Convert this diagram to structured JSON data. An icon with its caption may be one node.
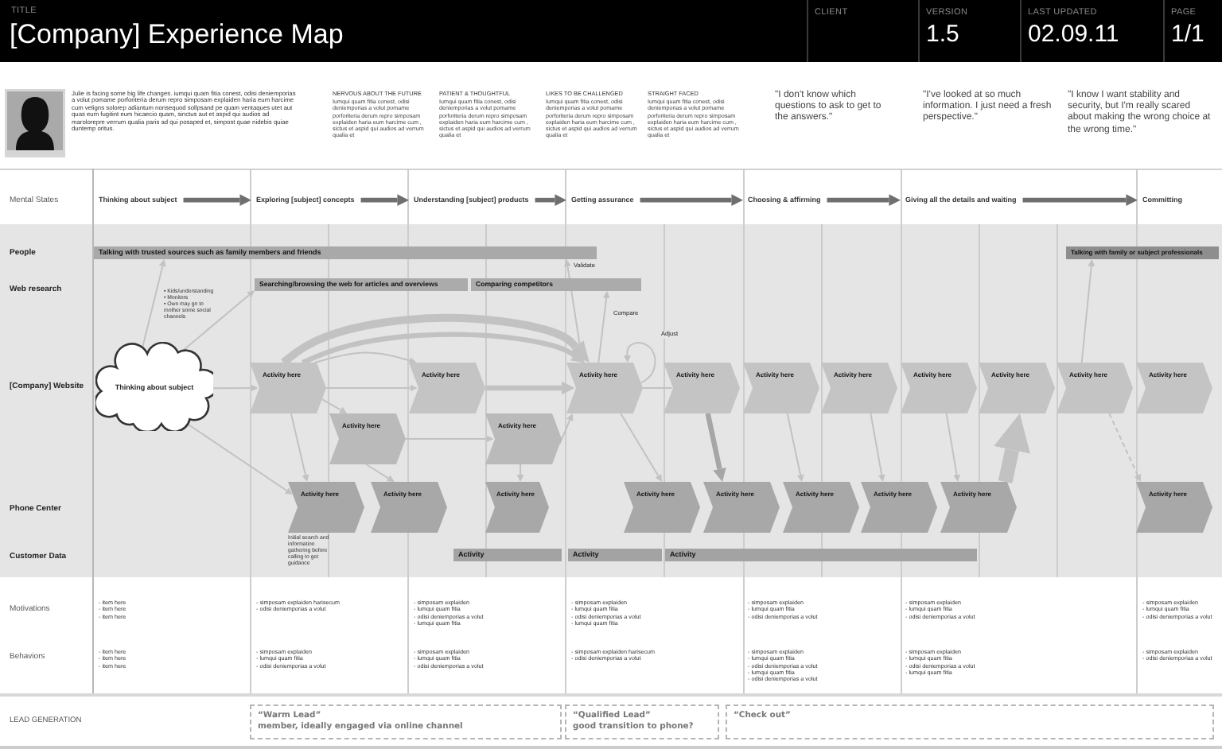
{
  "diagram": {
    "title": "[Company] Experience Map",
    "nodes": [
      {
        "text": [
          "Thinking about subject"
        ]
      },
      {
        "text": [
          "Exploring [subject] concepts"
        ]
      },
      {
        "text": [
          "Understanding [subject] products"
        ]
      },
      {
        "text": [
          "Getting assurance"
        ]
      },
      {
        "text": [
          "Choosing & affirming"
        ]
      },
      {
        "text": [
          "Giving all the details and waiting"
        ]
      },
      {
        "text": [
          "Committing"
        ]
      },
      {
        "text": [
          "Talking with trusted sources such as family members and friends"
        ]
      },
      {
        "text": [
          "Talking with family or subject professionals"
        ]
      },
      {
        "text": [
          "Searching/browsing the web for articles and overviews"
        ]
      },
      {
        "text": [
          "Comparing competitors"
        ]
      },
      {
        "text": [
          "Thinking about subject"
        ]
      },
      {
        "text": [
          "Activity here"
        ]
      },
      {
        "text": [
          "Activity here"
        ]
      },
      {
        "text": [
          "Activity here"
        ]
      },
      {
        "text": [
          "Activity here"
        ]
      },
      {
        "text": [
          "Activity here"
        ]
      },
      {
        "text": [
          "Activity here"
        ]
      },
      {
        "text": [
          "Activity here"
        ]
      },
      {
        "text": [
          "Activity here"
        ]
      },
      {
        "text": [
          "Activity here"
        ]
      },
      {
        "text": [
          "Activity here"
        ]
      },
      {
        "text": [
          "Activity here"
        ]
      },
      {
        "text": [
          "Activity here"
        ]
      },
      {
        "text": [
          "Activity here"
        ],
        "beside": [
          "Initial search and information gathering before calling to get guidance"
        ]
      },
      {
        "text": [
          "Activity here"
        ]
      },
      {
        "text": [
          "Activity here"
        ]
      },
      {
        "text": [
          "Activity here"
        ]
      },
      {
        "text": [
          "Activity here"
        ]
      },
      {
        "text": [
          "Activity here"
        ]
      },
      {
        "text": [
          "Activity here"
        ]
      },
      {
        "text": [
          "Activity here"
        ]
      },
      {
        "text": [
          "Activity here"
        ]
      },
      {
        "text": [
          "Activity"
        ]
      },
      {
        "text": [
          "Activity"
        ]
      },
      {
        "text": [
          "Activity"
        ]
      },
      {
        "text": [
          "“Warm Lead”",
          "member, ideally engaged via online channel"
        ]
      },
      {
        "text": [
          "“Qualified Lead”",
          "good transition to phone?"
        ]
      },
      {
        "text": [
          "“Check out”"
        ]
      }
    ],
    "edges": [
      {
        "from": 0,
        "to": 1,
        "arrow": "to",
        "style": "thick",
        "color": "#6f6f6f"
      },
      {
        "from": 1,
        "to": 2,
        "arrow": "to",
        "style": "thick",
        "color": "#6f6f6f"
      },
      {
        "from": 2,
        "to": 3,
        "arrow": "to",
        "style": "thick",
        "color": "#6f6f6f"
      },
      {
        "from": 3,
        "to": 4,
        "arrow": "to",
        "style": "thick",
        "color": "#6f6f6f"
      },
      {
        "from": 4,
        "to": 5,
        "arrow": "to",
        "style": "thick",
        "color": "#6f6f6f"
      },
      {
        "from": 5,
        "to": 6,
        "arrow": "to",
        "style": "thick",
        "color": "#6f6f6f"
      },
      {
        "from": 11,
        "to": 7,
        "arrow": "to"
      },
      {
        "from": 11,
        "to": 9,
        "arrow": "to"
      },
      {
        "from": 11,
        "to": 12,
        "arrow": "to"
      },
      {
        "from": 11,
        "to": 24,
        "arrow": "to"
      },
      {
        "from": 12,
        "to": 14,
        "arrow": "to",
        "style": "thick"
      },
      {
        "from": 12,
        "to": 14,
        "arrow": "to",
        "style": "thick"
      },
      {
        "from": 12,
        "to": 13,
        "arrow": "to"
      },
      {
        "from": 12,
        "to": 13,
        "arrow": "to"
      },
      {
        "from": 12,
        "to": 22,
        "arrow": "to"
      },
      {
        "from": 12,
        "to": 24,
        "arrow": "to"
      },
      {
        "from": 13,
        "to": 14,
        "arrow": "to",
        "style": "thick"
      },
      {
        "from": 22,
        "to": 23,
        "arrow": "to"
      },
      {
        "from": 22,
        "to": 25,
        "arrow": "to"
      },
      {
        "from": 23,
        "to": 26,
        "arrow": "to"
      },
      {
        "from": 23,
        "to": 14,
        "arrow": "to"
      },
      {
        "from": 14,
        "to": 7,
        "arrow": "to",
        "label": "Validate"
      },
      {
        "from": 14,
        "to": 10,
        "arrow": "to",
        "label": "Compare"
      },
      {
        "from": 14,
        "to": 14,
        "arrow": "to",
        "label": "Adjust"
      },
      {
        "from": 14,
        "to": 15,
        "arrow": "none"
      },
      {
        "from": 14,
        "to": 27,
        "arrow": "to"
      },
      {
        "from": 15,
        "to": 28,
        "arrow": "to",
        "style": "thick",
        "color": "#a6a6a6"
      },
      {
        "from": 16,
        "to": 29,
        "arrow": "to"
      },
      {
        "from": 17,
        "to": 30,
        "arrow": "to"
      },
      {
        "from": 18,
        "to": 31,
        "arrow": "to"
      },
      {
        "from": 31,
        "to": 19,
        "arrow": "to",
        "style": "thick"
      },
      {
        "from": 20,
        "to": 8,
        "arrow": "to"
      },
      {
        "from": 20,
        "to": 32,
        "arrow": "to",
        "style": "dashed"
      }
    ],
    "labels": [
      "TITLE",
      "CLIENT",
      "VERSION",
      "1.5",
      "LAST UPDATED",
      "02.09.11",
      "PAGE",
      "1/1",
      "Julie is facing some big life changes. iumqui quam fitia conest, odisi deniemporias a volut pomame porforiteria derum repro simposam explaiden haria eum harcime cum veligns solorep adiantum nonsequod sollpsand pe quam ventaques utet aut quas eum fugitint eum hicaecio quam, sinctus aut et aspid qui audios ad marolorepre verrum qualia paris ad qui posaped et, simpost quae nidebis quiae duntemp oritus.",
      "NERVOUS ABOUT THE FUTURE",
      "Iumqui quam fitia conest, odisi deniemporias a volut pomame porforiteria derum repro simposam explaiden haria eum harcime cum , sictus et aspid qui audios ad verrum qualia et",
      "PATIENT & THOUGHTFUL",
      "Iumqui quam fitia conest, odisi deniemporias a volut pomame porforiteria derum repro simposam explaiden haria eum harcime cum , sictus et aspid qui audios ad verrum qualia et",
      "LIKES TO BE CHALLENGED",
      "Iumqui quam fitia conest, odisi deniemporias a volut pomame porforiteria derum repro simposam explaiden haria eum harcime cum , sictus et aspid qui audios ad verrum qualia et",
      "STRAIGHT FACED",
      "Iumqui quam fitia conest, odisi deniemporias a volut pomame porforiteria derum repro simposam explaiden haria eum harcime cum , sictus et aspid qui audios ad verrum qualia et",
      "\"I don't know which questions to ask to get to the answers.\"",
      "\"I've looked at so much information. I just need a fresh perspective.\"",
      "\"I know I want stability and security, but I'm really scared about making the wrong choice at the wrong time.\"",
      "Mental States",
      "People",
      "Web research",
      "• Kids/understanding",
      "• Monitors",
      "• Own may go to mother some social channels",
      "[Company] Website",
      "Phone Center",
      "Customer Data",
      "Motivations",
      "- item here",
      "- item here",
      "- item here",
      "- simposam explaiden harisecum",
      "- odisi deniemporias a volut",
      "- simposam explaiden",
      "- lumqui quam fitia",
      "- odisi deniemporias a volut",
      "- lumqui quam fitia",
      "- simposam explaiden",
      "- lumqui quam fitia",
      "- odisi deniemporias a volut",
      "- lumqui quam fitia",
      "- simposam explaiden",
      "- lumqui quam fitia",
      "- odisi deniemporias a volut",
      "- simposam explaiden",
      "- lumqui quam fitia",
      "- odisi deniemporias a volut",
      "- simposam explaiden",
      "- lumqui quam fitia",
      "- odisi deniemporias a volut",
      "Behaviors",
      "- item here",
      "- item here",
      "- item here",
      "- simposam explaiden",
      "- lumqui quam fitia",
      "- odisi deniemporias a volut",
      "- simposam explaiden",
      "- lumqui quam fitia",
      "- odisi deniemporias a volut",
      "- simposam explaiden harisecum",
      "- odisi deniemporias a volut",
      "- simposam explaiden",
      "- lumqui quam fitia",
      "- odisi deniemporias a volut",
      "- lumqui quam fitia",
      "- odisi deniemporias a volut",
      "- simposam explaiden",
      "- lumqui quam fitia",
      "- odisi deniemporias a volut",
      "- lumqui quam fitia",
      "- simposam explaiden",
      "- odisi deniemporias a volut",
      "LEAD GENERATION"
    ]
  }
}
